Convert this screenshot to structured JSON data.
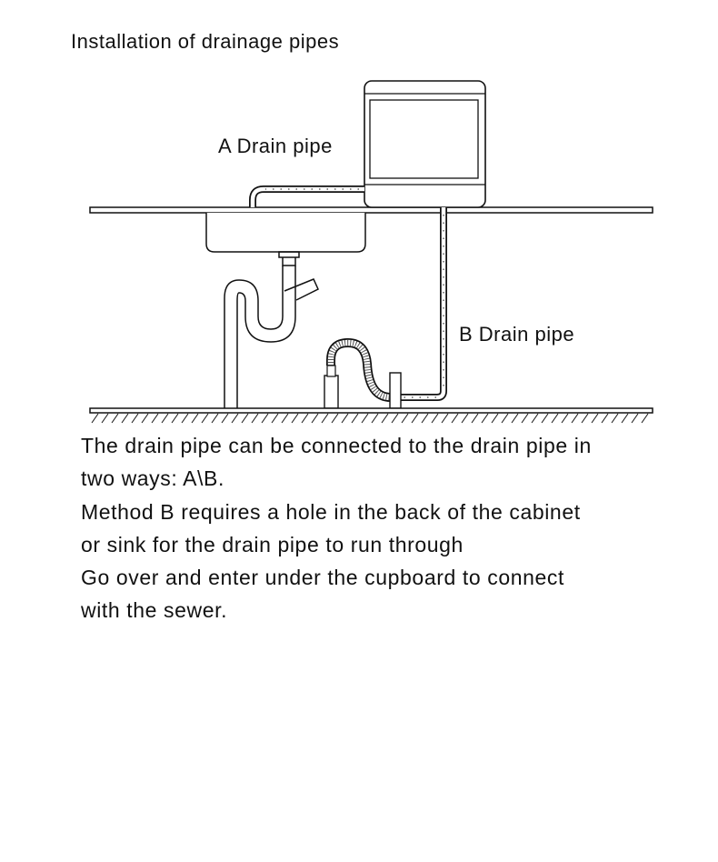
{
  "title": "Installation of drainage pipes",
  "labels": {
    "a": "A Drain pipe",
    "b": "B Drain pipe"
  },
  "description": [
    "The drain pipe can be connected to the drain pipe in",
    "two ways: A\\B.",
    "Method B requires a hole in the back of the cabinet",
    "or sink for the drain pipe to run through",
    "Go over and enter under the cupboard to connect",
    "with the sewer."
  ]
}
